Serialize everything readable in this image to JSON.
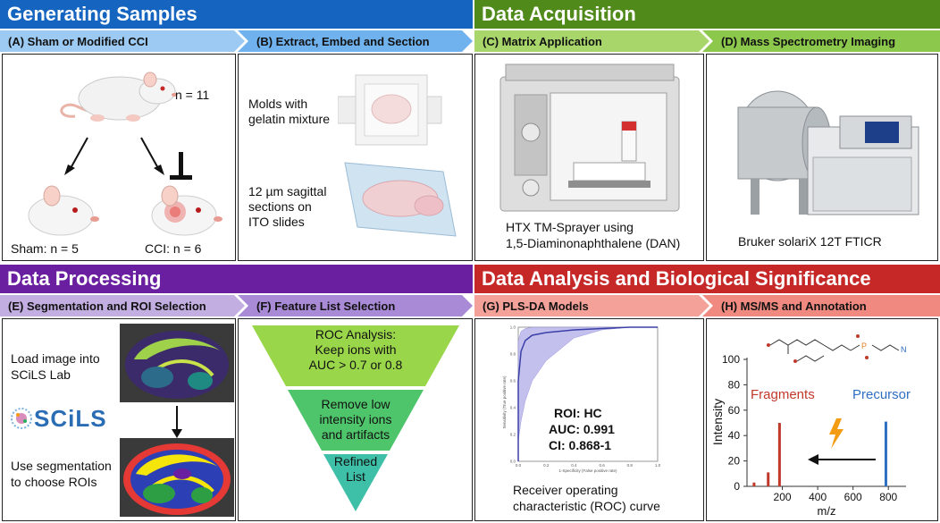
{
  "bands": {
    "generating": {
      "title": "Generating Samples",
      "color": "#1565c0"
    },
    "acquisition": {
      "title": "Data Acquisition",
      "color": "#4f8a1a"
    },
    "processing": {
      "title": "Data Processing",
      "color": "#6a1fa0"
    },
    "analysis": {
      "title": "Data Analysis and Biological Significance",
      "color": "#c62828"
    }
  },
  "subheaders": {
    "a": "(A) Sham or Modified CCI",
    "b": "(B) Extract, Embed and Section",
    "c": "(C) Matrix Application",
    "d": "(D) Mass Spectrometry Imaging",
    "e": "(E) Segmentation and ROI Selection",
    "f": "(F) Feature List Selection",
    "g": "(G) PLS-DA Models",
    "h": "(H) MS/MS and Annotation"
  },
  "panel_a": {
    "n_total": "n = 11",
    "sham": "Sham: n = 5",
    "cci": "CCI: n = 6"
  },
  "panel_b": {
    "molds": "Molds with gelatin mixture",
    "sections": "12 µm sagittal sections on ITO slides"
  },
  "panel_c": {
    "caption_1": "HTX TM-Sprayer using",
    "caption_2": "1,5-Diaminonaphthalene (DAN)"
  },
  "panel_d": {
    "caption": "Bruker solariX 12T FTICR"
  },
  "panel_e": {
    "load": "Load image into SCiLS Lab",
    "logo": "SCiLS",
    "segment": "Use segmentation to choose ROIs"
  },
  "panel_f": {
    "tier1_line1": "ROC Analysis:",
    "tier1_line2": "Keep ions with",
    "tier1_line3": "AUC > 0.7 or 0.8",
    "tier2_line1": "Remove low",
    "tier2_line2": "intensity ions",
    "tier2_line3": "and artifacts",
    "tier3_line1": "Refined",
    "tier3_line2": "List"
  },
  "panel_g": {
    "roi": "ROI: HC",
    "auc": "AUC: 0.991",
    "ci": "CI: 0.868-1",
    "caption_1": "Receiver operating",
    "caption_2": "characteristic (ROC) curve",
    "ylabel": "Sensitivity (True positive rate)",
    "xlabel": "1-Specificity (False positive rate)",
    "yticks": [
      "1.0",
      "0.8",
      "0.6",
      "0.4",
      "0.2",
      "0.0"
    ],
    "xticks": [
      "0.0",
      "0.2",
      "0.4",
      "0.6",
      "0.8",
      "1.0"
    ],
    "roc_fpr": [
      0.0,
      0.0,
      0.02,
      0.05,
      0.1,
      0.2,
      0.4,
      0.6,
      0.8,
      1.0
    ],
    "roc_tpr": [
      0.0,
      0.6,
      0.82,
      0.9,
      0.94,
      0.96,
      0.98,
      0.99,
      1.0,
      1.0
    ],
    "band_low_tpr": [
      0.0,
      0.15,
      0.3,
      0.45,
      0.6,
      0.75,
      0.92,
      0.98,
      1.0,
      1.0
    ],
    "band_high_tpr": [
      0.0,
      0.9,
      0.97,
      0.99,
      1.0,
      1.0,
      1.0,
      1.0,
      1.0,
      1.0
    ]
  },
  "panel_h": {
    "ylabel": "Intensity",
    "xlabel": "m/z",
    "yticks": [
      "100",
      "80",
      "60",
      "40",
      "20",
      "0"
    ],
    "xticks": [
      "200",
      "400",
      "600",
      "800"
    ],
    "fragments_label": "Fragments",
    "precursor_label": "Precursor",
    "fragments_color": "#c0392b",
    "precursor_color": "#2e6ec2",
    "lightning_color": "#f39c12"
  },
  "chart_data": [
    {
      "type": "line",
      "title": "",
      "xlabel": "1-Specificity (False positive rate)",
      "ylabel": "Sensitivity (True positive rate)",
      "xlim": [
        0,
        1
      ],
      "ylim": [
        0,
        1
      ],
      "series": [
        {
          "x": [
            0.0,
            0.0,
            0.02,
            0.05,
            0.1,
            0.2,
            0.4,
            0.6,
            0.8,
            1.0
          ],
          "y": [
            0.0,
            0.6,
            0.82,
            0.9,
            0.94,
            0.96,
            0.98,
            0.99,
            1.0,
            1.0
          ]
        }
      ]
    },
    {
      "type": "bar",
      "xlabel": "m/z",
      "ylabel": "Intensity",
      "xlim": [
        0,
        900
      ],
      "ylim": [
        0,
        100
      ],
      "series": [
        {
          "name": "Fragments",
          "x": [
            40,
            120,
            184
          ],
          "y": [
            3,
            11,
            50
          ]
        },
        {
          "name": "Precursor",
          "x": [
            786
          ],
          "y": [
            51
          ]
        }
      ]
    }
  ]
}
